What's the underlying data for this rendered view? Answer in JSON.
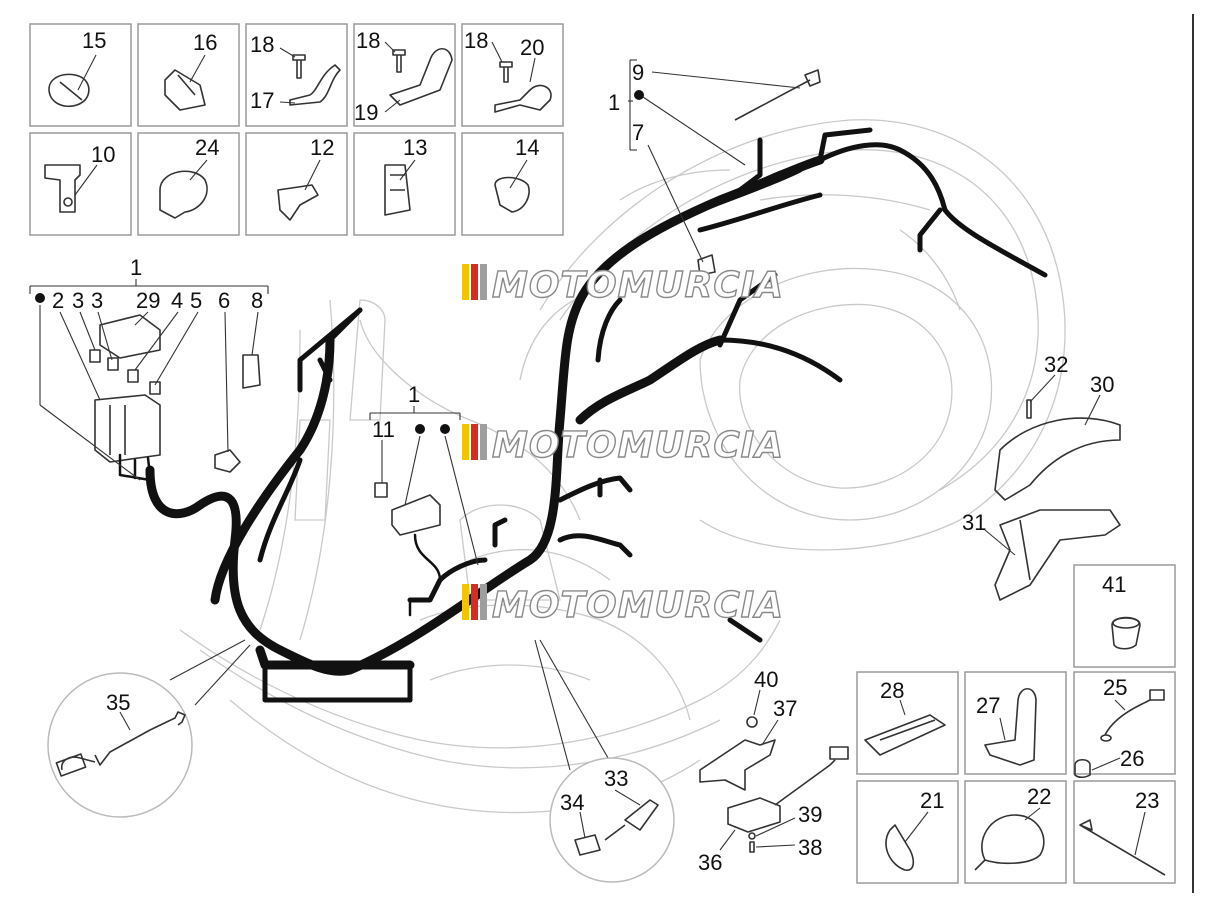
{
  "watermark": "MOTOMURCIA",
  "colors": {
    "stripe_red": "#d62d20",
    "stripe_yellow": "#f2c500",
    "stripe_grey": "#9e9e9e"
  },
  "labels": {
    "p15": "15",
    "p16": "16",
    "p18a": "18",
    "p17": "17",
    "p18b": "18",
    "p19": "19",
    "p18c": "18",
    "p20": "20",
    "p10": "10",
    "p24": "24",
    "p12": "12",
    "p13": "13",
    "p14": "14",
    "p9": "9",
    "p1top": "1",
    "p7": "7",
    "p1left": "1",
    "p2": "2",
    "p3a": "3",
    "p3b": "3",
    "p29": "29",
    "p4": "4",
    "p5": "5",
    "p6": "6",
    "p8": "8",
    "p1mid": "1",
    "p11": "11",
    "p32": "32",
    "p30": "30",
    "p31": "31",
    "p41": "41",
    "p35": "35",
    "p40": "40",
    "p37": "37",
    "p33": "33",
    "p34": "34",
    "p39": "39",
    "p38": "38",
    "p36": "36",
    "p28": "28",
    "p27": "27",
    "p25": "25",
    "p26": "26",
    "p21": "21",
    "p22": "22",
    "p23": "23"
  }
}
